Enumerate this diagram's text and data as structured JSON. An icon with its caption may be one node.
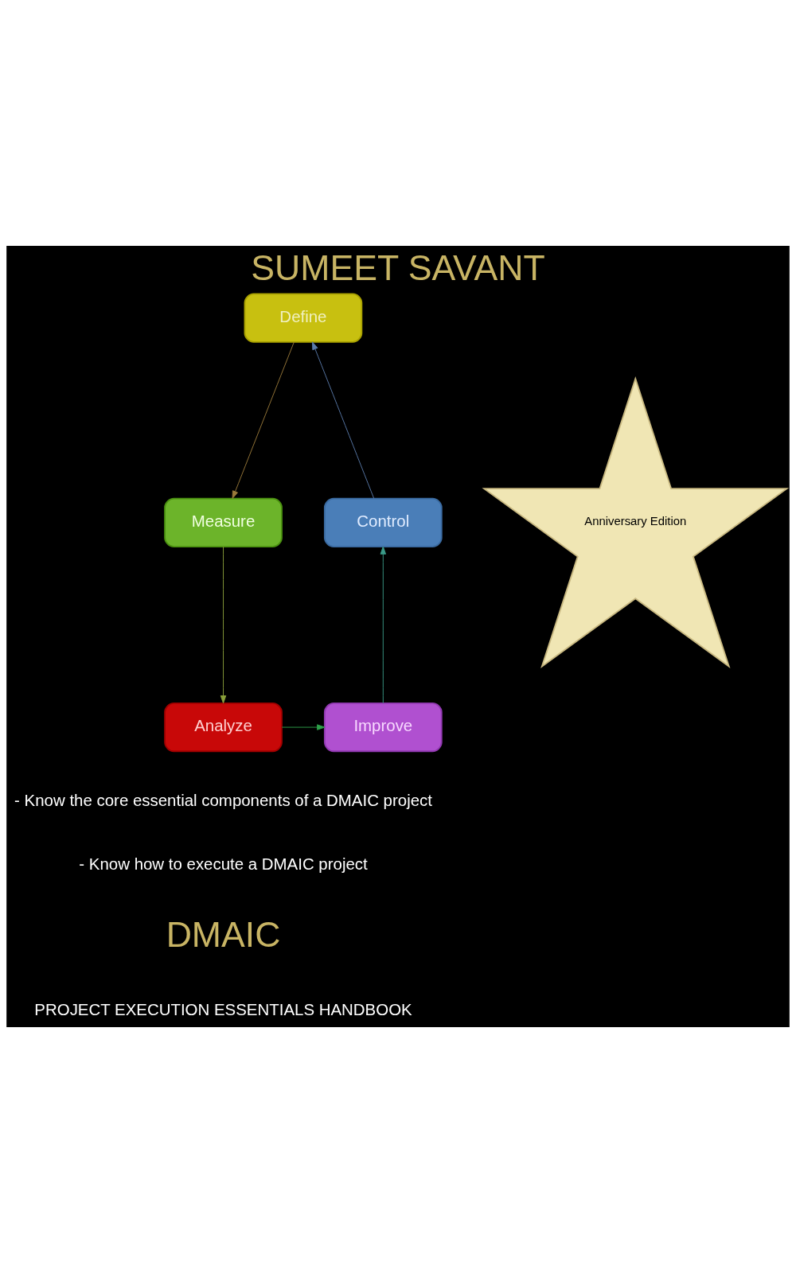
{
  "diagram": {
    "title": "SUMEET SAVANT",
    "nodes": [
      {
        "text": [
          "Define"
        ]
      },
      {
        "text": [
          "Measure"
        ]
      },
      {
        "text": [
          "Analyze"
        ]
      },
      {
        "text": [
          "Improve"
        ]
      },
      {
        "text": [
          "Control"
        ]
      },
      {
        "text": [
          "Anniversary Edition"
        ]
      }
    ],
    "edges": [
      {
        "from": 0,
        "to": 1,
        "arrow": "to",
        "color": "#9a7a3a"
      },
      {
        "from": 1,
        "to": 2,
        "arrow": "to",
        "color": "#8aa03a"
      },
      {
        "from": 2,
        "to": 3,
        "arrow": "to",
        "color": "#2ea04a"
      },
      {
        "from": 3,
        "to": 4,
        "arrow": "to",
        "color": "#3a9a88"
      },
      {
        "from": 4,
        "to": 0,
        "arrow": "to",
        "color": "#5a7aaa"
      }
    ],
    "labels": [
      "- Know the core essential components of a DMAIC project",
      "- Know how to execute a DMAIC project",
      "DMAIC",
      "PROJECT EXECUTION ESSENTIALS HANDBOOK"
    ]
  }
}
